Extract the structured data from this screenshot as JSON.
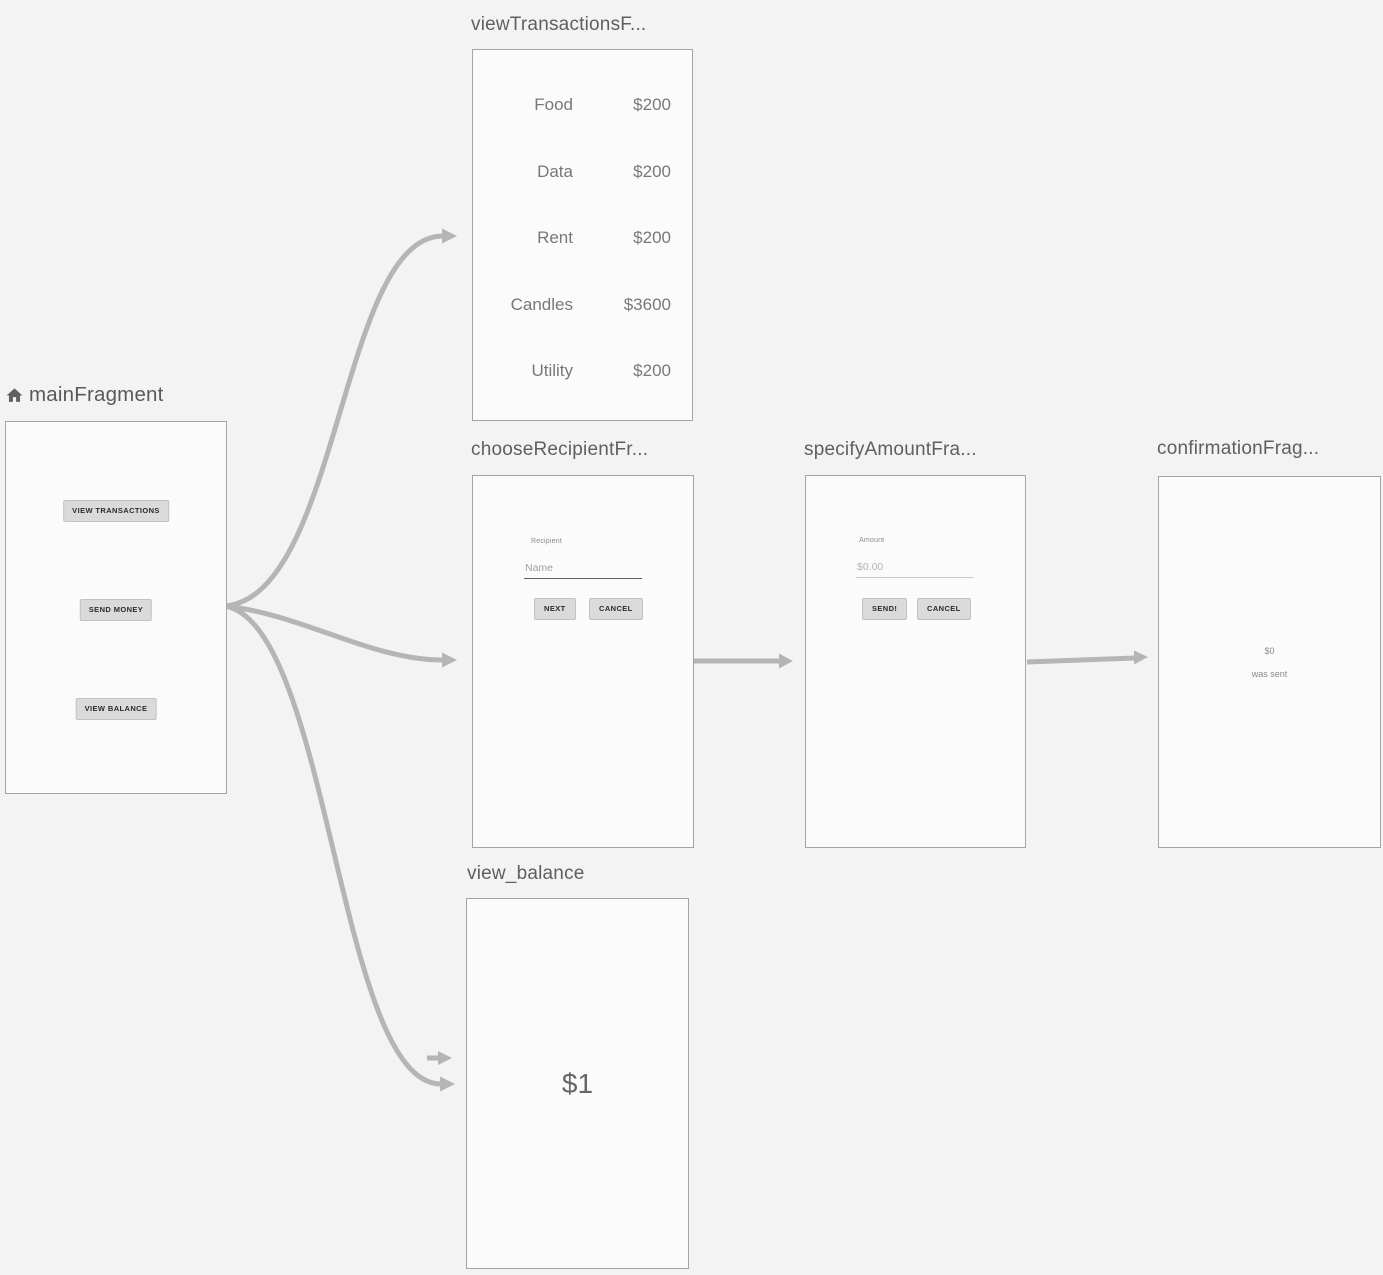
{
  "graph": {
    "background_color": "#f3f3f3",
    "arrow_color": "#b5b5b5",
    "frame_border_color": "#a4a4a4",
    "frame_fill_color": "#fbfbfb"
  },
  "fragments": {
    "main": {
      "title": "mainFragment",
      "start_icon": "home",
      "buttons": [
        "VIEW TRANSACTIONS",
        "SEND MONEY",
        "VIEW BALANCE"
      ]
    },
    "view_transactions": {
      "title": "viewTransactionsF...",
      "rows": [
        {
          "category": "Food",
          "amount": "$200"
        },
        {
          "category": "Data",
          "amount": "$200"
        },
        {
          "category": "Rent",
          "amount": "$200"
        },
        {
          "category": "Candles",
          "amount": "$3600"
        },
        {
          "category": "Utility",
          "amount": "$200"
        }
      ]
    },
    "choose_recipient": {
      "title": "chooseRecipientFr...",
      "field_label": "Recipient",
      "input_placeholder": "Name",
      "next_button": "NEXT",
      "cancel_button": "CANCEL"
    },
    "specify_amount": {
      "title": "specifyAmountFra...",
      "field_label": "Amount",
      "input_placeholder": "$0.00",
      "send_button": "SEND!",
      "cancel_button": "CANCEL"
    },
    "confirmation": {
      "title": "confirmationFrag...",
      "amount": "$0",
      "message": "was sent"
    },
    "view_balance": {
      "title": "view_balance",
      "balance": "$1"
    }
  }
}
